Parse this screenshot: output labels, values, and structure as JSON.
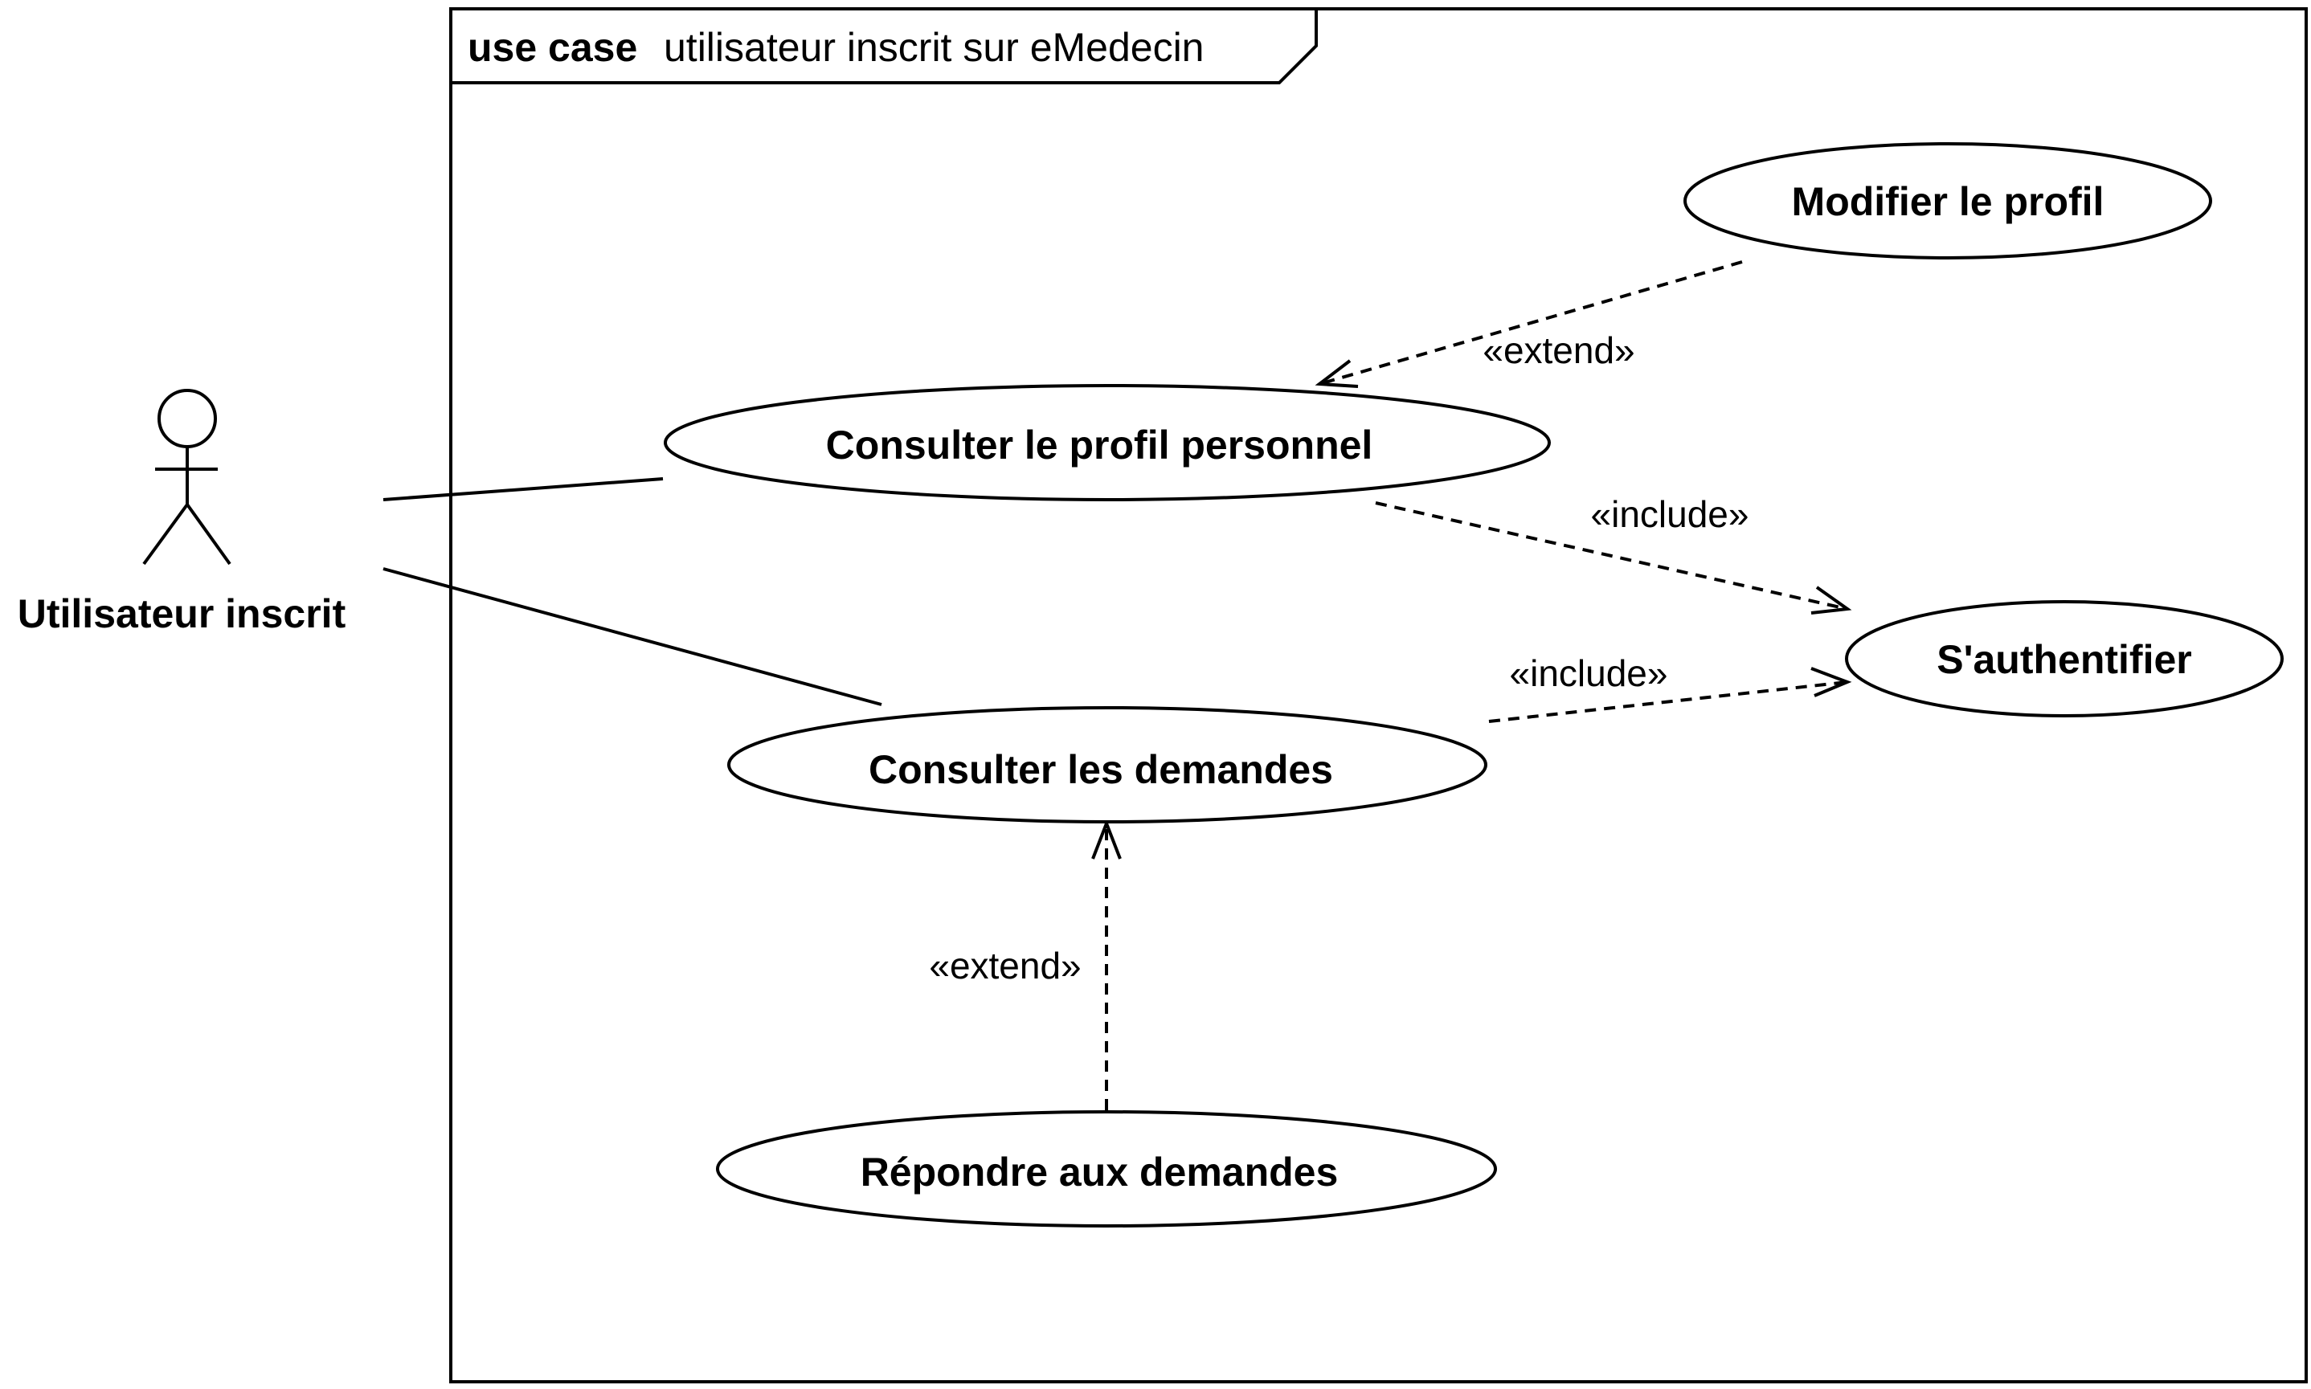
{
  "frame": {
    "keyword": "use case",
    "name": "utilisateur inscrit sur eMedecin"
  },
  "actor": {
    "name": "Utilisateur inscrit"
  },
  "use_cases": {
    "modifier_profil": "Modifier le profil",
    "consulter_profil": "Consulter le profil personnel",
    "sauthentifier": "S'authentifier",
    "consulter_demandes": "Consulter les demandes",
    "repondre_demandes": "Répondre aux demandes"
  },
  "relationships": {
    "extend_modifier_to_consulter_profil": "«extend»",
    "include_consulter_profil_to_auth": "«include»",
    "include_consulter_demandes_to_auth": "«include»",
    "extend_repondre_to_consulter_demandes": "«extend»"
  },
  "colors": {
    "stroke": "#000000",
    "background": "#ffffff"
  }
}
